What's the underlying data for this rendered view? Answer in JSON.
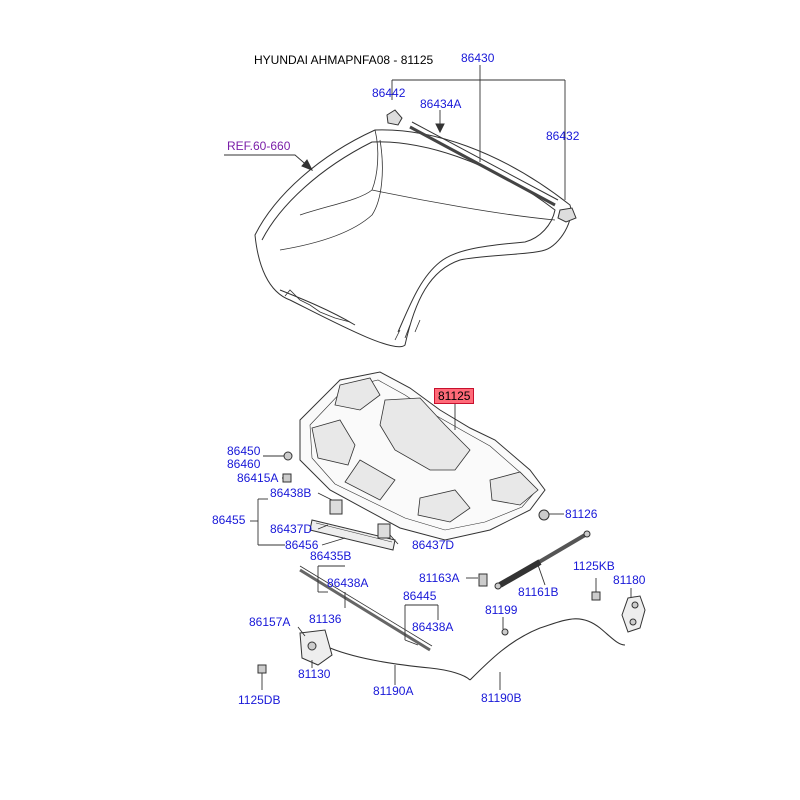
{
  "title": "HYUNDAI AHMAPNFA08 - 81125",
  "colors": {
    "label": "#1818d8",
    "reference": "#7a1fa8",
    "highlight_fill": "#ff6a78",
    "highlight_border": "#c8102e",
    "line": "#333333"
  },
  "labels": {
    "p86430": "86430",
    "p86442": "86442",
    "p86434a": "86434A",
    "p86432": "86432",
    "ref": "REF.60-660",
    "p81125": "81125",
    "p86450": "86450",
    "p86460": "86460",
    "p86415a": "86415A",
    "p86438b": "86438B",
    "p86455": "86455",
    "p86437d_left": "86437D",
    "p86456": "86456",
    "p86437d_right": "86437D",
    "p81126": "81126",
    "p86435b": "86435B",
    "p86438a_1": "86438A",
    "p81163a": "81163A",
    "p1125kb": "1125KB",
    "p81180": "81180",
    "p81161b": "81161B",
    "p86445": "86445",
    "p86157a": "86157A",
    "p81136": "81136",
    "p81199": "81199",
    "p86438a_2": "86438A",
    "p81130": "81130",
    "p1125db": "1125DB",
    "p81190a": "81190A",
    "p81190b": "81190B"
  }
}
